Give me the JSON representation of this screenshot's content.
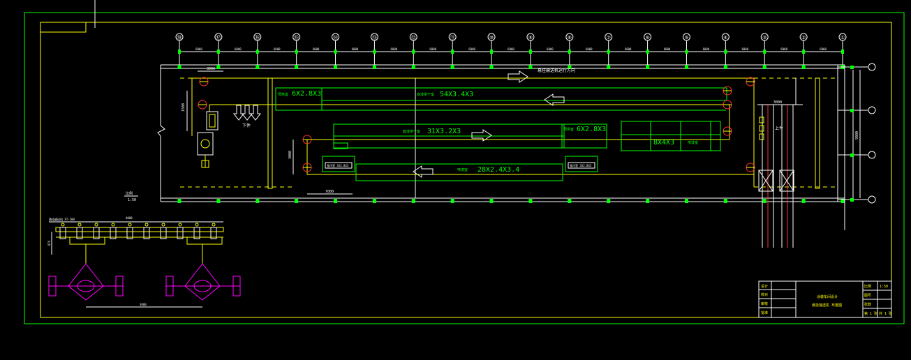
{
  "colors": {
    "background": "#000000",
    "frame": "#00ff00",
    "line": "#ffffff",
    "yellow": "#ffff00",
    "cyan": "#00ffff",
    "red": "#ff3030",
    "magenta": "#ff00ff",
    "green_marker": "#00ff00"
  },
  "grid": {
    "axis_labels": [
      "⑱",
      "⑰",
      "⑯",
      "⑮",
      "⑭",
      "⑬",
      "⑫",
      "⑪",
      "⑩",
      "⑨",
      "⑧",
      "⑦",
      "⑥",
      "⑤",
      "④",
      "③",
      "②",
      "①"
    ],
    "span_dims": [
      "6000",
      "6000",
      "6000",
      "6000",
      "6000",
      "6000",
      "6000",
      "6000",
      "6000",
      "6000",
      "6000",
      "6000",
      "6000",
      "6000",
      "6000",
      "6000",
      "6000"
    ]
  },
  "ovens": {
    "oven1": {
      "tag": "预烘室",
      "size": "6X2.8X3"
    },
    "oven2": {
      "tag": "底漆烘干室",
      "size": "54X3.4X3"
    },
    "oven3": {
      "tag": "面漆烘干室",
      "size": "31X3.2X3"
    },
    "oven4": {
      "tag": "预烘室",
      "size": "6X2.8X3"
    },
    "booth1": {
      "tag": "喷漆室",
      "size": "28X2.4X3.4"
    },
    "booth2": {
      "tag": "",
      "size": "8X4X3"
    },
    "booth2_tag": "喷漆室"
  },
  "notes": {
    "top_line": "悬挂输送机运行方向",
    "down_label": "下件",
    "up_label": "上件",
    "scale_title": "比例",
    "scale": "1:50",
    "dim_left": "3000",
    "dim_mid": "7000",
    "dim_v1": "1500",
    "dim_v2": "3000",
    "dim_right_v": "9000",
    "dim_right_h": "3000",
    "small_box_left": "强冷室 3X2.8X3",
    "small_box_right": "强冷室 3X2.8X3"
  },
  "detail": {
    "label_top": "悬挂输送机 XT-100",
    "dim_top": "4000",
    "dim_bottom": "3800",
    "dim_side": "870"
  },
  "title_block": {
    "main": "涂装车间设计",
    "sub": "悬挂输送机 布置图",
    "rows": [
      "设计",
      "校对",
      "审核",
      "批准"
    ],
    "right_cells": [
      "比例",
      "1:50",
      "图号",
      "张数",
      "第 1 张",
      "共 1 张"
    ]
  }
}
